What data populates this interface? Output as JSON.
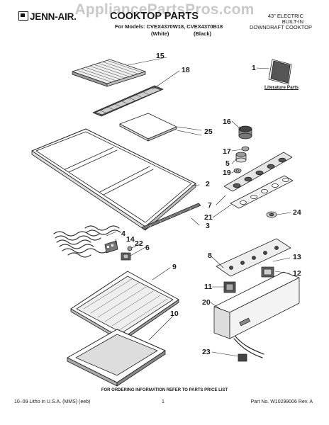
{
  "watermark": "AppliancePartsPros.com",
  "header": {
    "brand": "JENN-AIR.",
    "title": "COOKTOP PARTS",
    "models_line": "For Models: CVEX4370W18, CVEX4370B18",
    "color_white": "(White)",
    "color_black": "(Black)",
    "description_lines": [
      "43\" ELECTRIC",
      "BUILT-IN",
      "DOWNDRAFT COOKTOP"
    ]
  },
  "literature_label": "Literature Parts",
  "callouts": [
    "1",
    "2",
    "3",
    "4",
    "5",
    "6",
    "7",
    "8",
    "9",
    "10",
    "11",
    "12",
    "13",
    "14",
    "15",
    "16",
    "17",
    "18",
    "19",
    "20",
    "21",
    "22",
    "23",
    "24",
    "25"
  ],
  "footer": {
    "ordering_info": "FOR ORDERING INFORMATION REFER TO PARTS PRICE LIST",
    "left": "10–09 Litho in U.S.A. (MMS) (eeb)",
    "page": "1",
    "right": "Part No. W10299006 Rev. A"
  }
}
